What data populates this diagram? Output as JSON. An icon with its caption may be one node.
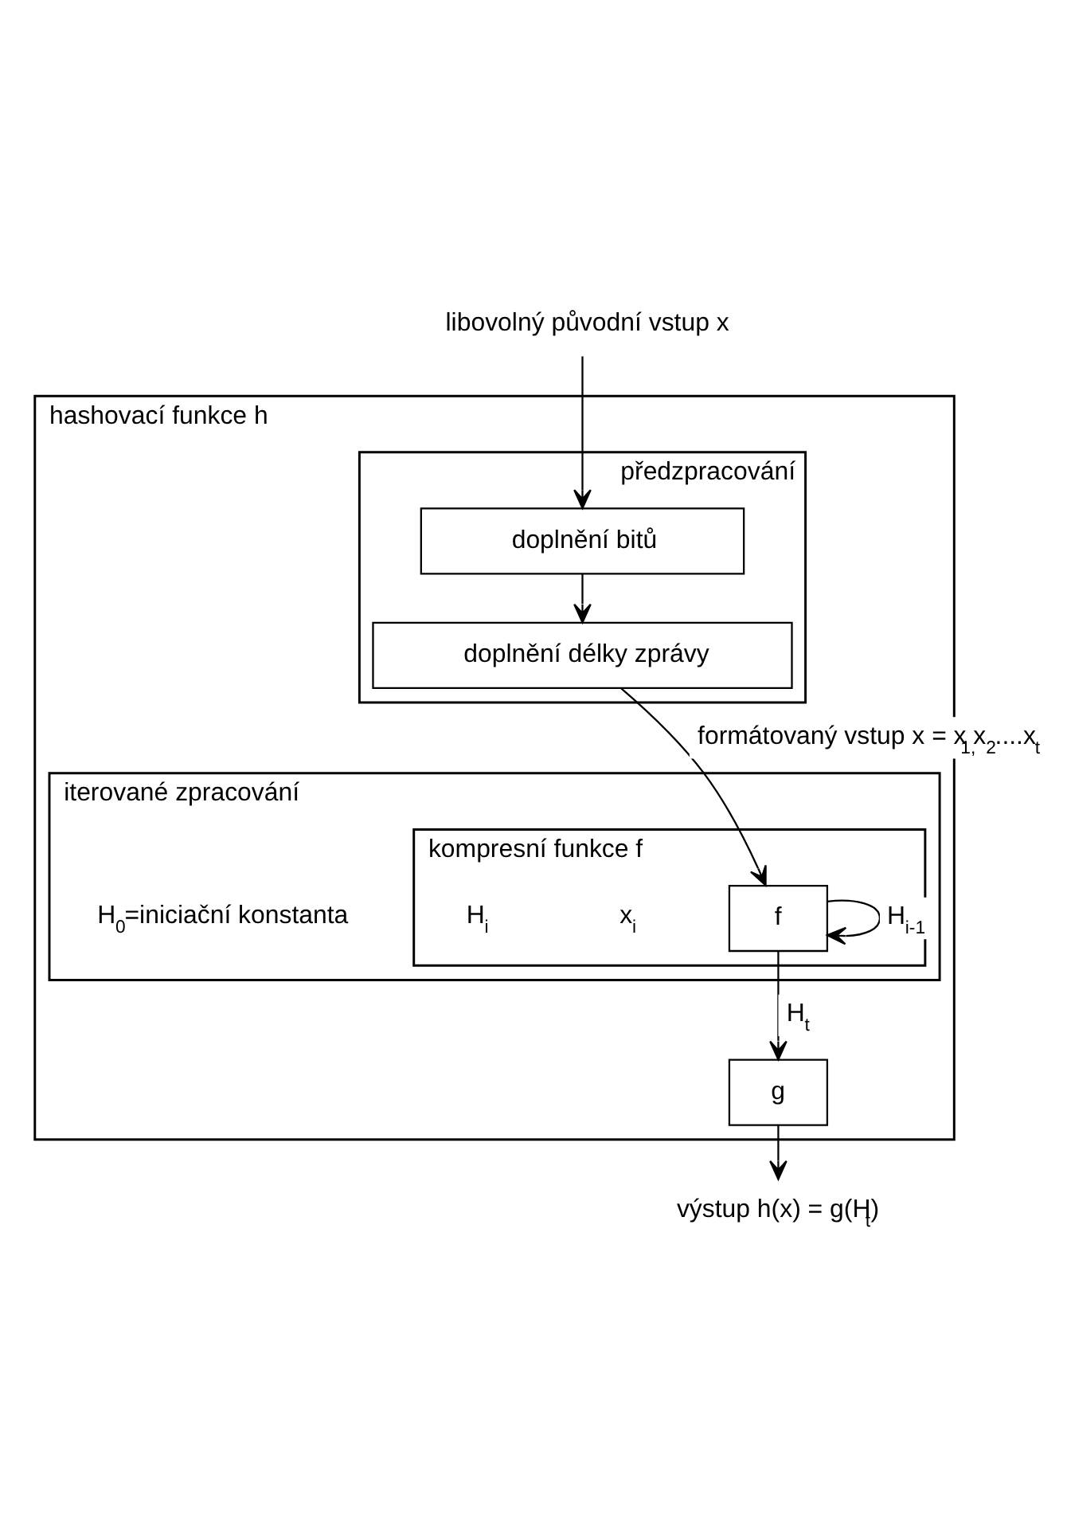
{
  "diagram": {
    "nodes": [
      {
        "text": [
          "libovolný původní vstup x"
        ]
      },
      {
        "text": [
          "hashovací funkce h"
        ]
      },
      {
        "text": [
          "předzpracování"
        ],
        "in": 1
      },
      {
        "text": [
          "doplnění bitů"
        ],
        "in": 2
      },
      {
        "text": [
          "doplnění délky zprávy"
        ],
        "in": 2
      },
      {
        "text": [
          "iterované zpracování"
        ],
        "in": 1
      },
      {
        "text": [
          "kompresní funkce f"
        ],
        "in": 5
      },
      {
        "text": [
          "f"
        ],
        "in": 6
      },
      {
        "text": [
          "g"
        ],
        "in": 1
      },
      {
        "text": [
          "výstup h(x) = g(H$_{t}$)"
        ]
      }
    ],
    "edges": [
      {
        "from": 0,
        "to": 3,
        "arrow": "to"
      },
      {
        "from": 3,
        "to": 4,
        "arrow": "to"
      },
      {
        "from": 4,
        "to": 7,
        "arrow": "to",
        "label": "formátovaný vstup x = x$_{1,}$x$_{2}$....x$_{t}$"
      },
      {
        "from": 7,
        "to": 7,
        "arrow": "to",
        "label": "H$_{i-1}$"
      },
      {
        "from": 7,
        "to": 8,
        "arrow": "to",
        "label": "H$_{t}$"
      },
      {
        "from": 8,
        "to": 9,
        "arrow": "to"
      }
    ],
    "labels": [
      "x$_{i}$",
      "H$_{i}$",
      "H$_{0}$=iniciační konstanta"
    ]
  }
}
